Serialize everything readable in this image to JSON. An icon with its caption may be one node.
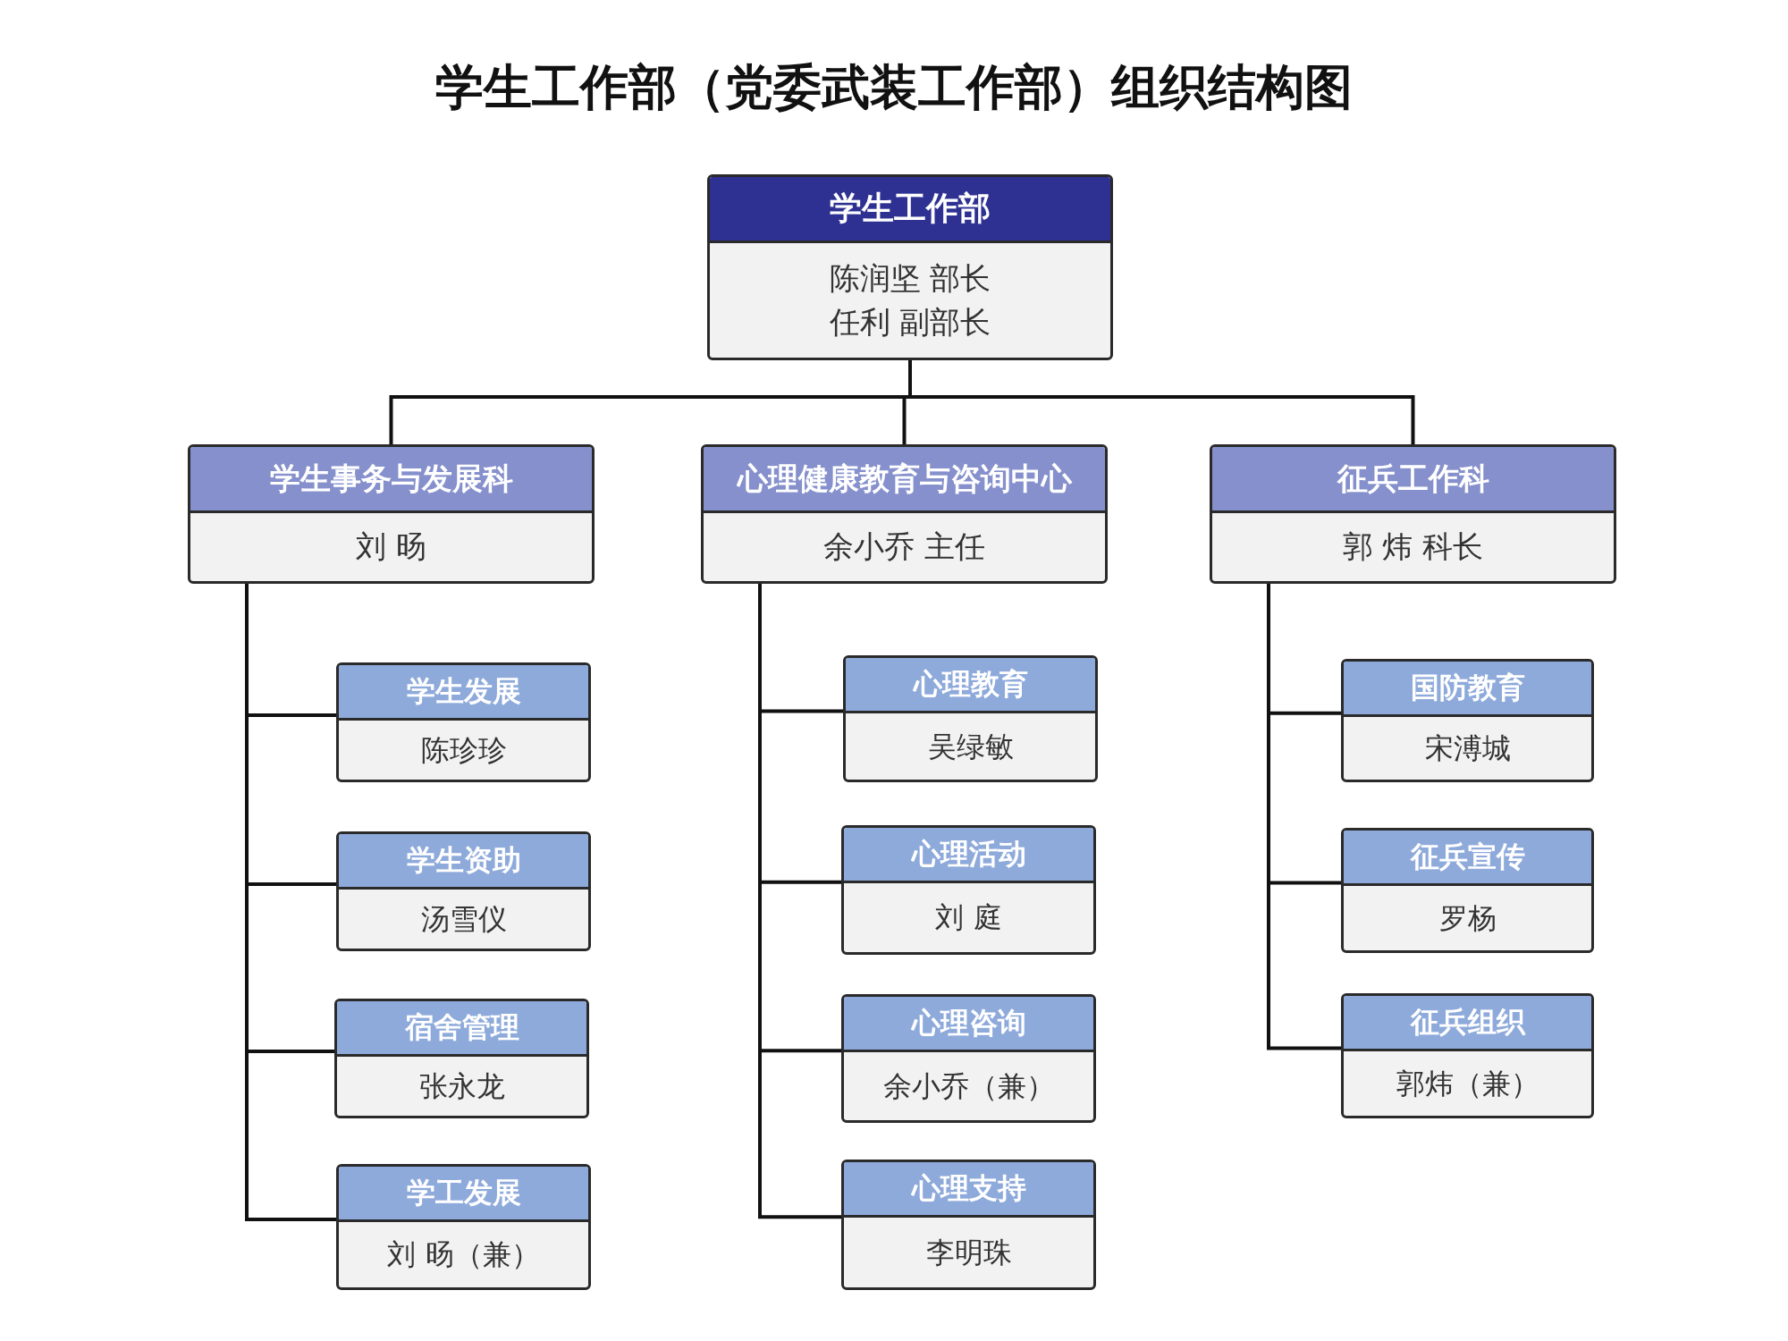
{
  "diagram": {
    "title": "学生工作部（党委武装工作部）组织结构图",
    "nodes": [
      {
        "text": [
          "学生工作部",
          "陈润坚 部长",
          "任利 副部长"
        ]
      },
      {
        "text": [
          "学生事务与发展科",
          "刘 旸"
        ]
      },
      {
        "text": [
          "心理健康教育与咨询中心",
          "余小乔 主任"
        ]
      },
      {
        "text": [
          "征兵工作科",
          "郭 炜 科长"
        ]
      },
      {
        "text": [
          "学生发展",
          "陈珍珍"
        ]
      },
      {
        "text": [
          "学生资助",
          "汤雪仪"
        ]
      },
      {
        "text": [
          "宿舍管理",
          "张永龙"
        ]
      },
      {
        "text": [
          "学工发展",
          "刘 旸（兼）"
        ]
      },
      {
        "text": [
          "心理教育",
          "吴绿敏"
        ]
      },
      {
        "text": [
          "心理活动",
          "刘 庭"
        ]
      },
      {
        "text": [
          "心理咨询",
          "余小乔（兼）"
        ]
      },
      {
        "text": [
          "心理支持",
          "李明珠"
        ]
      },
      {
        "text": [
          "国防教育",
          "宋溥城"
        ]
      },
      {
        "text": [
          "征兵宣传",
          "罗杨"
        ]
      },
      {
        "text": [
          "征兵组织",
          "郭炜（兼）"
        ]
      }
    ],
    "edges": [
      {
        "from": 0,
        "to": 1,
        "arrow": "none"
      },
      {
        "from": 0,
        "to": 2,
        "arrow": "none"
      },
      {
        "from": 0,
        "to": 3,
        "arrow": "none"
      },
      {
        "from": 1,
        "to": 4,
        "arrow": "none"
      },
      {
        "from": 1,
        "to": 5,
        "arrow": "none"
      },
      {
        "from": 1,
        "to": 6,
        "arrow": "none"
      },
      {
        "from": 1,
        "to": 7,
        "arrow": "none"
      },
      {
        "from": 2,
        "to": 8,
        "arrow": "none"
      },
      {
        "from": 2,
        "to": 9,
        "arrow": "none"
      },
      {
        "from": 2,
        "to": 10,
        "arrow": "none"
      },
      {
        "from": 2,
        "to": 11,
        "arrow": "none"
      },
      {
        "from": 3,
        "to": 12,
        "arrow": "none"
      },
      {
        "from": 3,
        "to": 13,
        "arrow": "none"
      },
      {
        "from": 3,
        "to": 14,
        "arrow": "none"
      }
    ]
  }
}
